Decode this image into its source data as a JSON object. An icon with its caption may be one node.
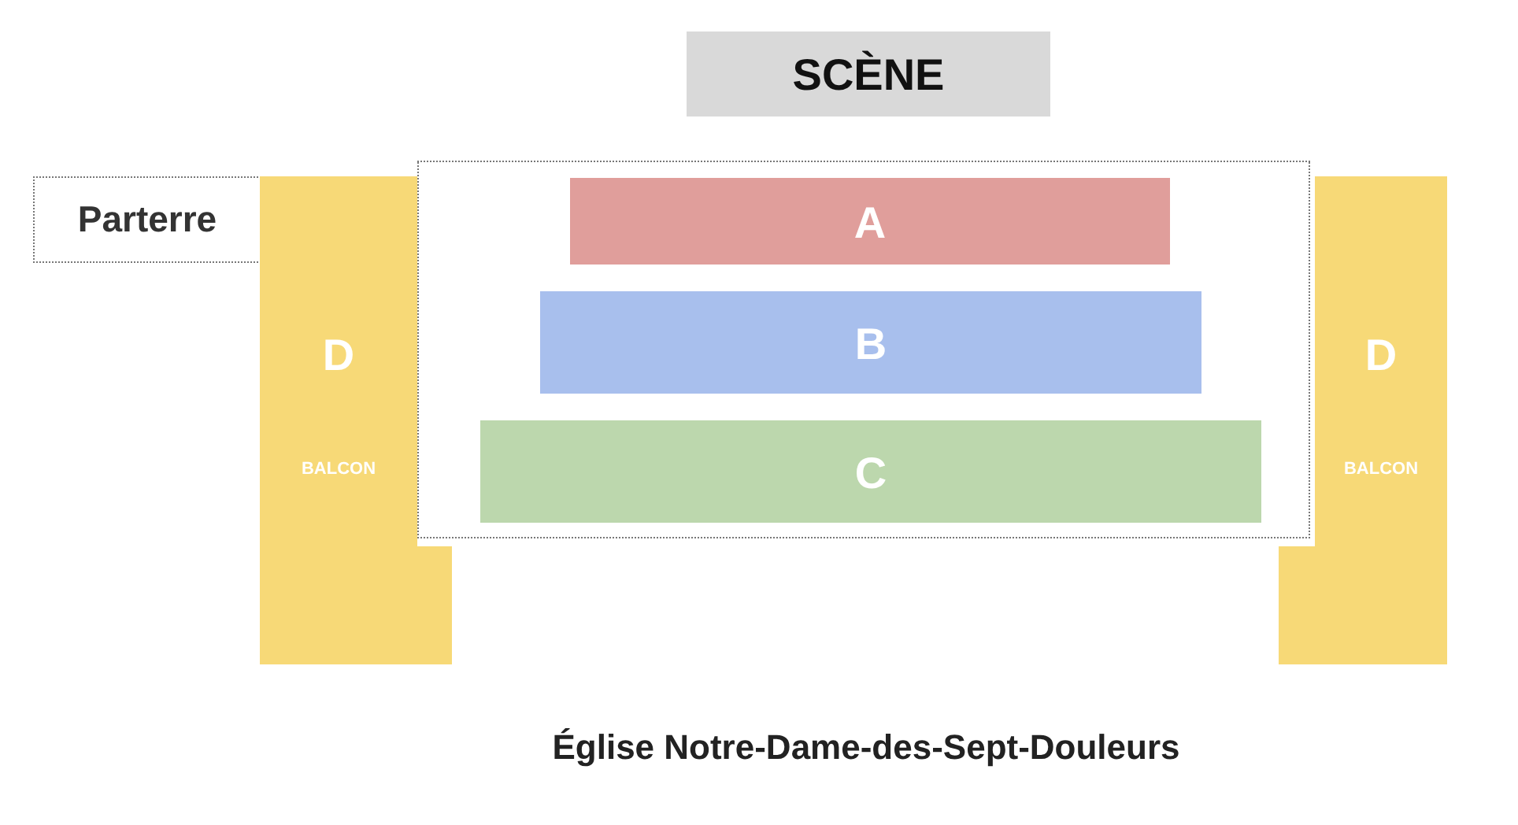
{
  "diagram": {
    "caption": "Église Notre-Dame-des-Sept-Douleurs",
    "nodes": [
      {
        "text": [
          "SCÈNE"
        ]
      },
      {
        "text": [
          "Parterre"
        ]
      },
      {
        "text": [],
        "shape": "box"
      },
      {
        "text": [
          "A"
        ],
        "in": 2
      },
      {
        "text": [
          "B"
        ],
        "in": 2
      },
      {
        "text": [
          "C"
        ],
        "in": 2
      },
      {
        "text": [
          "D",
          "BALCON"
        ]
      },
      {
        "text": [
          "D",
          "BALCON"
        ]
      }
    ]
  }
}
